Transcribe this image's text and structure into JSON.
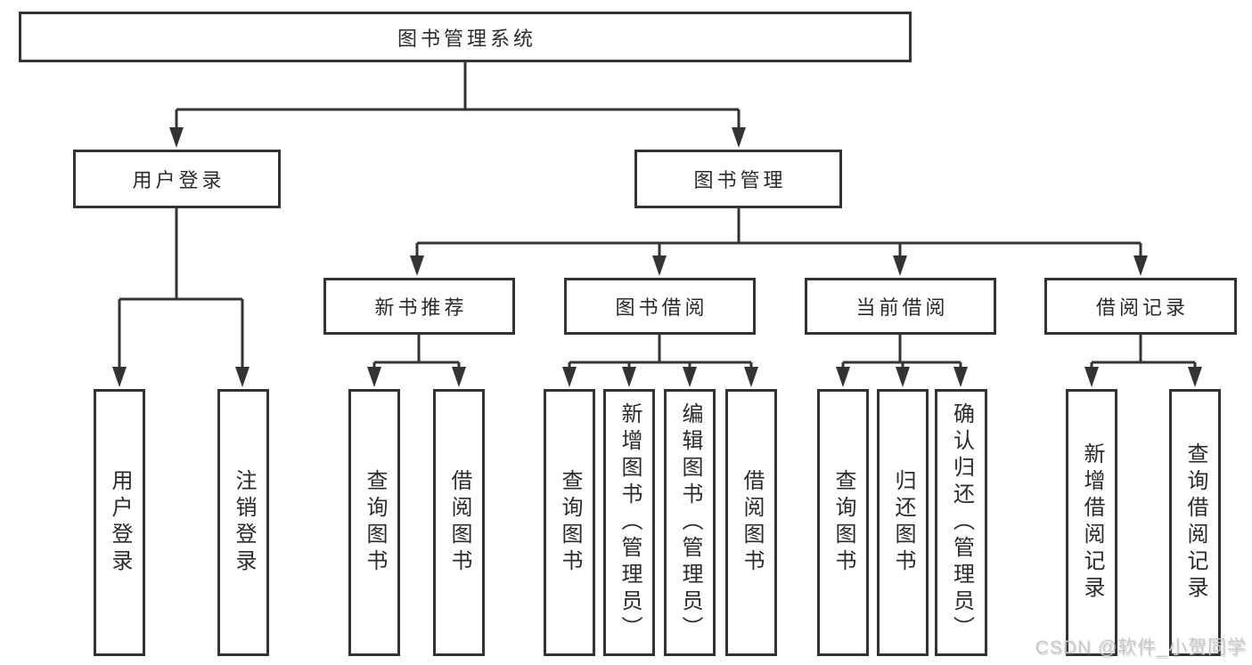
{
  "diagram": {
    "root": {
      "label": "图书管理系统"
    },
    "children": [
      {
        "label": "用户登录",
        "children": [
          {
            "label": "用户登录"
          },
          {
            "label": "注销登录"
          }
        ]
      },
      {
        "label": "图书管理",
        "children": [
          {
            "label": "新书推荐",
            "children": [
              {
                "label": "查询图书"
              },
              {
                "label": "借阅图书"
              }
            ]
          },
          {
            "label": "图书借阅",
            "children": [
              {
                "label": "查询图书"
              },
              {
                "label": "新增图书（管理员）"
              },
              {
                "label": "编辑图书（管理员）"
              },
              {
                "label": "借阅图书"
              }
            ]
          },
          {
            "label": "当前借阅",
            "children": [
              {
                "label": "查询图书"
              },
              {
                "label": "归还图书"
              },
              {
                "label": "确认归还（管理员）"
              }
            ]
          },
          {
            "label": "借阅记录",
            "children": [
              {
                "label": "新增借阅记录"
              },
              {
                "label": "查询借阅记录"
              }
            ]
          }
        ]
      }
    ]
  },
  "watermark": {
    "text": "CSDN @软件_小贺同学"
  },
  "colors": {
    "line": "#333333",
    "box_fill": "#ffffff",
    "text": "#2b2b2b",
    "watermark": "#c9c9c9",
    "background": "#ffffff"
  }
}
